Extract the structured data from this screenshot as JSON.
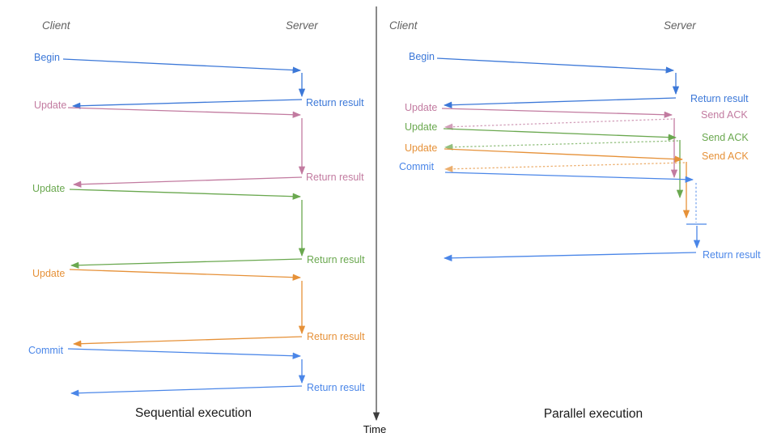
{
  "seq": {
    "title": "Sequential execution",
    "client_header": "Client",
    "server_header": "Server",
    "m1": {
      "label": "Begin",
      "resp": "Return result"
    },
    "m2": {
      "label": "Update",
      "resp": "Return result"
    },
    "m3": {
      "label": "Update",
      "resp": "Return result"
    },
    "m4": {
      "label": "Update",
      "resp": "Return result"
    },
    "m5": {
      "label": "Commit",
      "resp": "Return result"
    }
  },
  "par": {
    "title": "Parallel execution",
    "client_header": "Client",
    "server_header": "Server",
    "m1": {
      "label": "Begin",
      "resp": "Return result"
    },
    "m2": {
      "label": "Update",
      "resp": "Send ACK"
    },
    "m3": {
      "label": "Update",
      "resp": "Send ACK"
    },
    "m4": {
      "label": "Update",
      "resp": "Send ACK"
    },
    "m5": {
      "label": "Commit",
      "resp": "Return result"
    }
  },
  "time_axis": {
    "label": "Time"
  },
  "colors": {
    "begin_blue": "#3c78d8",
    "update_pink": "#c27ba0",
    "update_green": "#6aa84f",
    "update_orange": "#e69138",
    "commit_blue": "#4a86e8",
    "header_gray": "#616161",
    "axis_dark": "#3d3d3d",
    "background": "#ffffff"
  }
}
